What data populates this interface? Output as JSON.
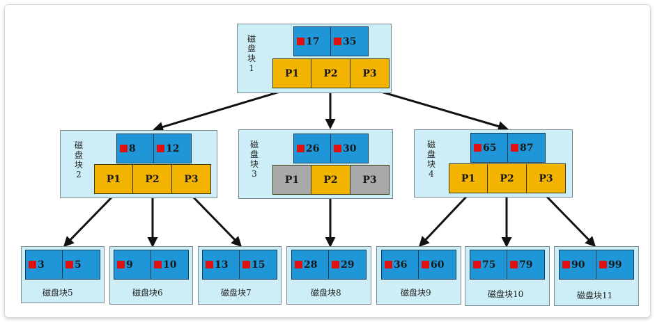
{
  "root": {
    "label": [
      "磁",
      "盘",
      "块",
      "1"
    ],
    "keys": [
      "17",
      "35"
    ],
    "pointers": [
      "P1",
      "P2",
      "P3"
    ]
  },
  "level2": [
    {
      "label": [
        "磁",
        "盘",
        "块",
        "2"
      ],
      "keys": [
        "8",
        "12"
      ],
      "pointers": [
        "P1",
        "P2",
        "P3"
      ]
    },
    {
      "label": [
        "磁",
        "盘",
        "块",
        "3"
      ],
      "keys": [
        "26",
        "30"
      ],
      "pointers": [
        "P1",
        "P2",
        "P3"
      ]
    },
    {
      "label": [
        "磁",
        "盘",
        "块",
        "4"
      ],
      "keys": [
        "65",
        "87"
      ],
      "pointers": [
        "P1",
        "P2",
        "P3"
      ]
    }
  ],
  "leaves": [
    {
      "label": "磁盘块5",
      "keys": [
        "3",
        "5"
      ]
    },
    {
      "label": "磁盘块6",
      "keys": [
        "9",
        "10"
      ]
    },
    {
      "label": "磁盘块7",
      "keys": [
        "13",
        "15"
      ]
    },
    {
      "label": "磁盘块8",
      "keys": [
        "28",
        "29"
      ]
    },
    {
      "label": "磁盘块9",
      "keys": [
        "36",
        "60"
      ]
    },
    {
      "label": "磁盘块10",
      "keys": [
        "75",
        "79"
      ]
    },
    {
      "label": "磁盘块11",
      "keys": [
        "90",
        "99"
      ]
    }
  ],
  "colors": {
    "key_fill": "#1e96d8",
    "pointer_fill": "#f2b400",
    "pointer_unused": "#a9a9a9",
    "block_fill": "#cdeef6",
    "marker": "#e01010"
  }
}
